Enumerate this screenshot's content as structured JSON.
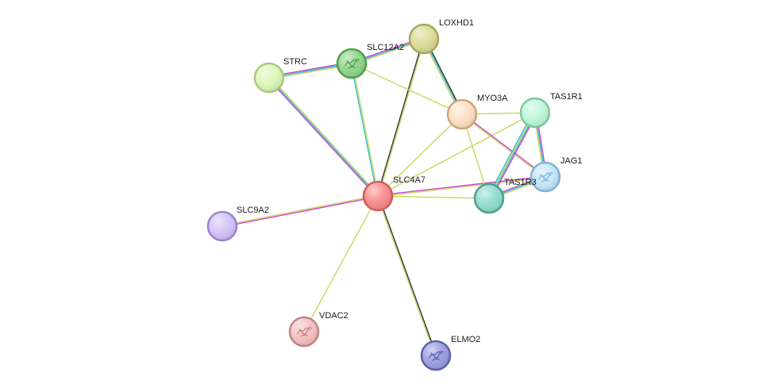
{
  "network": {
    "nodes": [
      {
        "id": "SLC4A7",
        "label": "SLC4A7",
        "fill": "#f88b8b",
        "stroke": "#d15c5c",
        "icon": "none"
      },
      {
        "id": "LOXHD1",
        "label": "LOXHD1",
        "fill": "#dcdb94",
        "stroke": "#a8a560",
        "icon": "none"
      },
      {
        "id": "SLC12A2",
        "label": "SLC12A2",
        "fill": "#8fd68a",
        "stroke": "#4f9e49",
        "icon": "protein-structure-icon"
      },
      {
        "id": "STRC",
        "label": "STRC",
        "fill": "#dcf7b8",
        "stroke": "#a7c97e",
        "icon": "none"
      },
      {
        "id": "MYO3A",
        "label": "MYO3A",
        "fill": "#fde0c3",
        "stroke": "#cfa47a",
        "icon": "none"
      },
      {
        "id": "TAS1R1",
        "label": "TAS1R1",
        "fill": "#c0f7d8",
        "stroke": "#79c89c",
        "icon": "none"
      },
      {
        "id": "JAG1",
        "label": "JAG1",
        "fill": "#c4e6fa",
        "stroke": "#7fb3d4",
        "icon": "protein-structure-icon"
      },
      {
        "id": "TAS1R3",
        "label": "TAS1R3",
        "fill": "#91dccf",
        "stroke": "#4a9e8e",
        "icon": "none"
      },
      {
        "id": "SLC9A2",
        "label": "SLC9A2",
        "fill": "#d2c2f7",
        "stroke": "#9a82d0",
        "icon": "none"
      },
      {
        "id": "VDAC2",
        "label": "VDAC2",
        "fill": "#f5c0c0",
        "stroke": "#c08484",
        "icon": "protein-structure-icon"
      },
      {
        "id": "ELMO2",
        "label": "ELMO2",
        "fill": "#9a9ee0",
        "stroke": "#5b60a8",
        "icon": "protein-structure-icon"
      }
    ],
    "edges": [
      {
        "source": "SLC4A7",
        "target": "LOXHD1",
        "colors": [
          "#333333",
          "#c8d860"
        ]
      },
      {
        "source": "SLC4A7",
        "target": "SLC12A2",
        "colors": [
          "#33bbcc",
          "#c8d860"
        ]
      },
      {
        "source": "SLC4A7",
        "target": "STRC",
        "colors": [
          "#d040d0",
          "#33bbcc",
          "#c8d860"
        ]
      },
      {
        "source": "SLC4A7",
        "target": "MYO3A",
        "colors": [
          "#c8d860"
        ]
      },
      {
        "source": "SLC4A7",
        "target": "TAS1R1",
        "colors": [
          "#c8d860"
        ]
      },
      {
        "source": "SLC4A7",
        "target": "JAG1",
        "colors": [
          "#d040d0",
          "#c8d860"
        ]
      },
      {
        "source": "SLC4A7",
        "target": "TAS1R3",
        "colors": [
          "#c8d860"
        ]
      },
      {
        "source": "SLC4A7",
        "target": "SLC9A2",
        "colors": [
          "#d040d0",
          "#c8d860"
        ]
      },
      {
        "source": "SLC4A7",
        "target": "VDAC2",
        "colors": [
          "#c8d860"
        ]
      },
      {
        "source": "SLC4A7",
        "target": "ELMO2",
        "colors": [
          "#333333",
          "#c8d860"
        ]
      },
      {
        "source": "STRC",
        "target": "SLC12A2",
        "colors": [
          "#d040d0",
          "#33bbcc",
          "#c8d860"
        ]
      },
      {
        "source": "SLC12A2",
        "target": "LOXHD1",
        "colors": [
          "#d040d0",
          "#33bbcc",
          "#c8d860"
        ]
      },
      {
        "source": "SLC12A2",
        "target": "MYO3A",
        "colors": [
          "#c8d860"
        ]
      },
      {
        "source": "LOXHD1",
        "target": "MYO3A",
        "colors": [
          "#333333",
          "#33bbcc",
          "#c8d860"
        ]
      },
      {
        "source": "MYO3A",
        "target": "TAS1R1",
        "colors": [
          "#c8d860"
        ]
      },
      {
        "source": "MYO3A",
        "target": "JAG1",
        "colors": [
          "#d040d0",
          "#c8d860"
        ]
      },
      {
        "source": "MYO3A",
        "target": "TAS1R3",
        "colors": [
          "#c8d860"
        ]
      },
      {
        "source": "TAS1R1",
        "target": "TAS1R3",
        "colors": [
          "#d040d0",
          "#33bbcc",
          "#c8d860",
          "#33bbcc"
        ]
      },
      {
        "source": "TAS1R1",
        "target": "JAG1",
        "colors": [
          "#d040d0",
          "#33bbcc",
          "#c8d860"
        ]
      },
      {
        "source": "TAS1R3",
        "target": "JAG1",
        "colors": [
          "#d040d0",
          "#33bbcc",
          "#c8d860"
        ]
      }
    ]
  }
}
